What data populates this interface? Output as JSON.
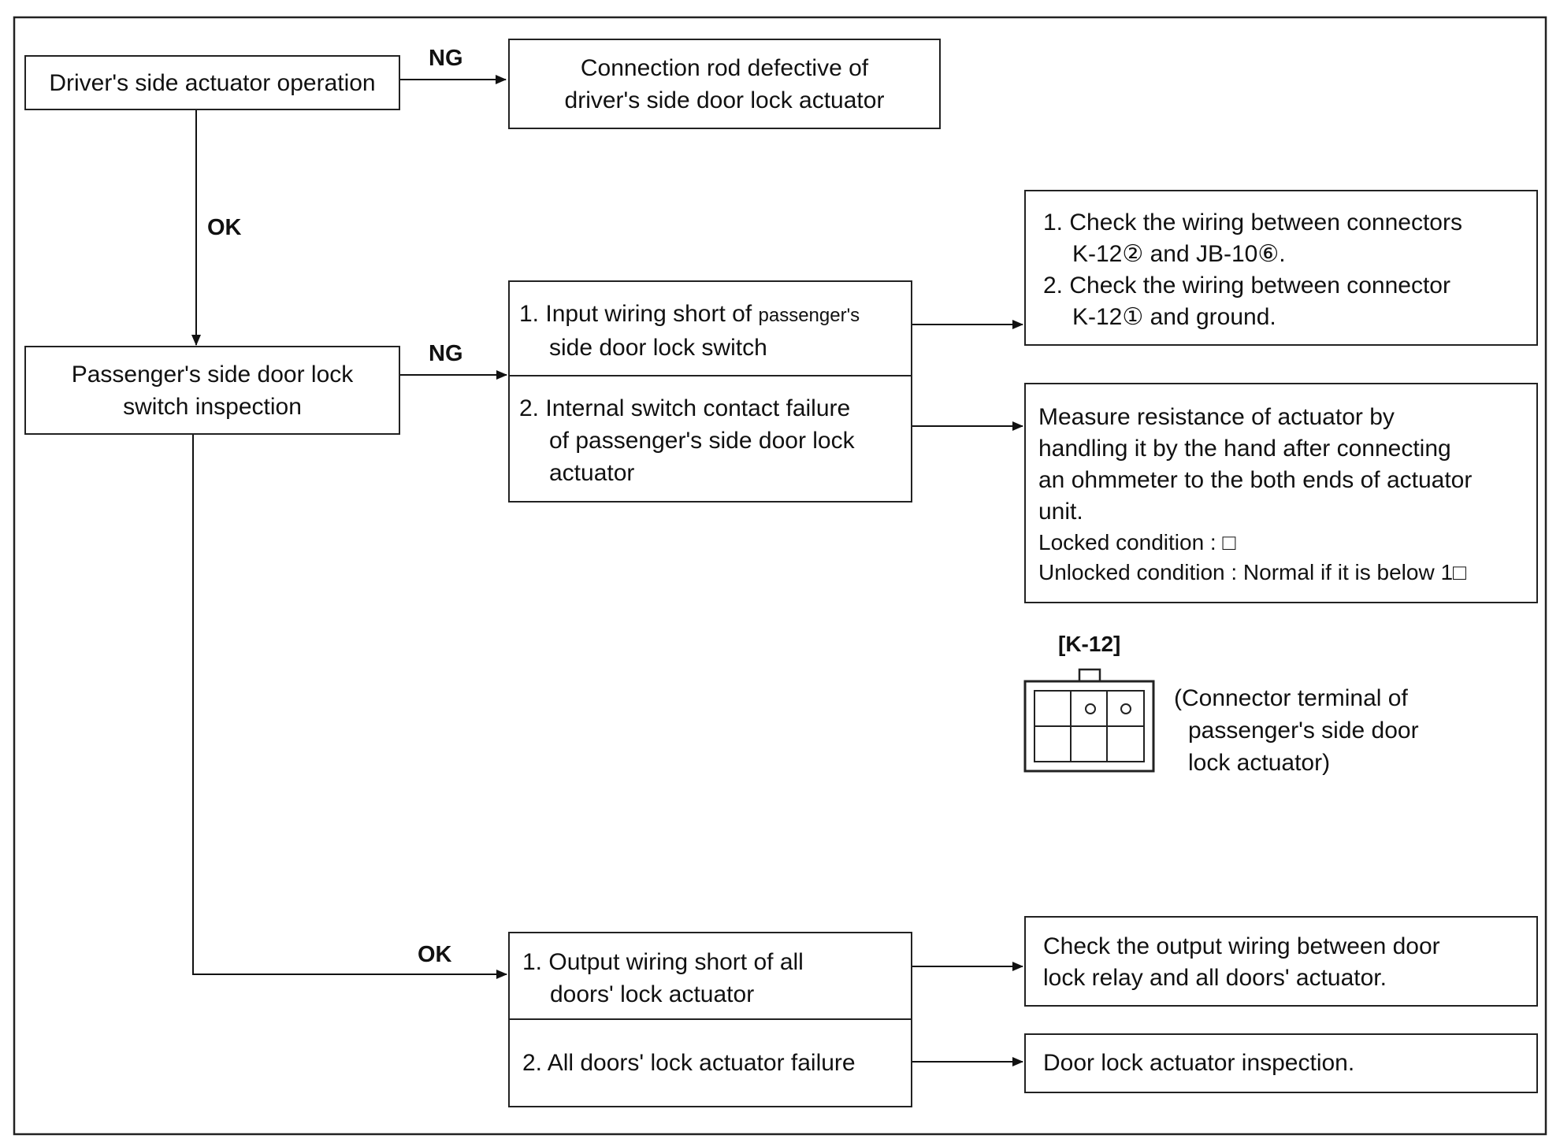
{
  "nodes": {
    "driver_op": "Driver's side actuator operation",
    "rod_defect": [
      "Connection rod defective of",
      "driver's side door lock actuator"
    ],
    "pass_inspect": [
      "Passenger's side door lock",
      "switch inspection"
    ],
    "input_short": {
      "line1": "1. Input wiring short of ",
      "line1_small": "passenger's",
      "line2": "side door lock switch"
    },
    "internal_fail": [
      "2. Internal switch contact failure",
      "of passenger's side door lock",
      "actuator"
    ],
    "check_wiring": [
      "1. Check the wiring between connectors",
      "K-12② and JB-10⑥.",
      "2. Check the wiring between connector",
      "K-12① and ground."
    ],
    "measure": [
      "Measure resistance of actuator by",
      "handling it by the hand after connecting",
      "an ohmmeter to the both ends of actuator",
      "unit.",
      "Locked condition : □",
      "Unlocked condition : Normal if it is below 1□"
    ],
    "output_short": [
      "1. Output wiring short of all",
      "doors' lock actuator"
    ],
    "all_fail": "2. All doors' lock actuator failure",
    "check_output": [
      "Check the output wiring between door",
      "lock relay and all doors' actuator."
    ],
    "door_inspect": "Door lock actuator inspection."
  },
  "edge_labels": {
    "ng1": "NG",
    "ok1": "OK",
    "ng2": "NG",
    "ok2": "OK"
  },
  "connector": {
    "title": "[K-12]",
    "caption": [
      "(Connector terminal of",
      "passenger's side door",
      "lock actuator)"
    ]
  }
}
